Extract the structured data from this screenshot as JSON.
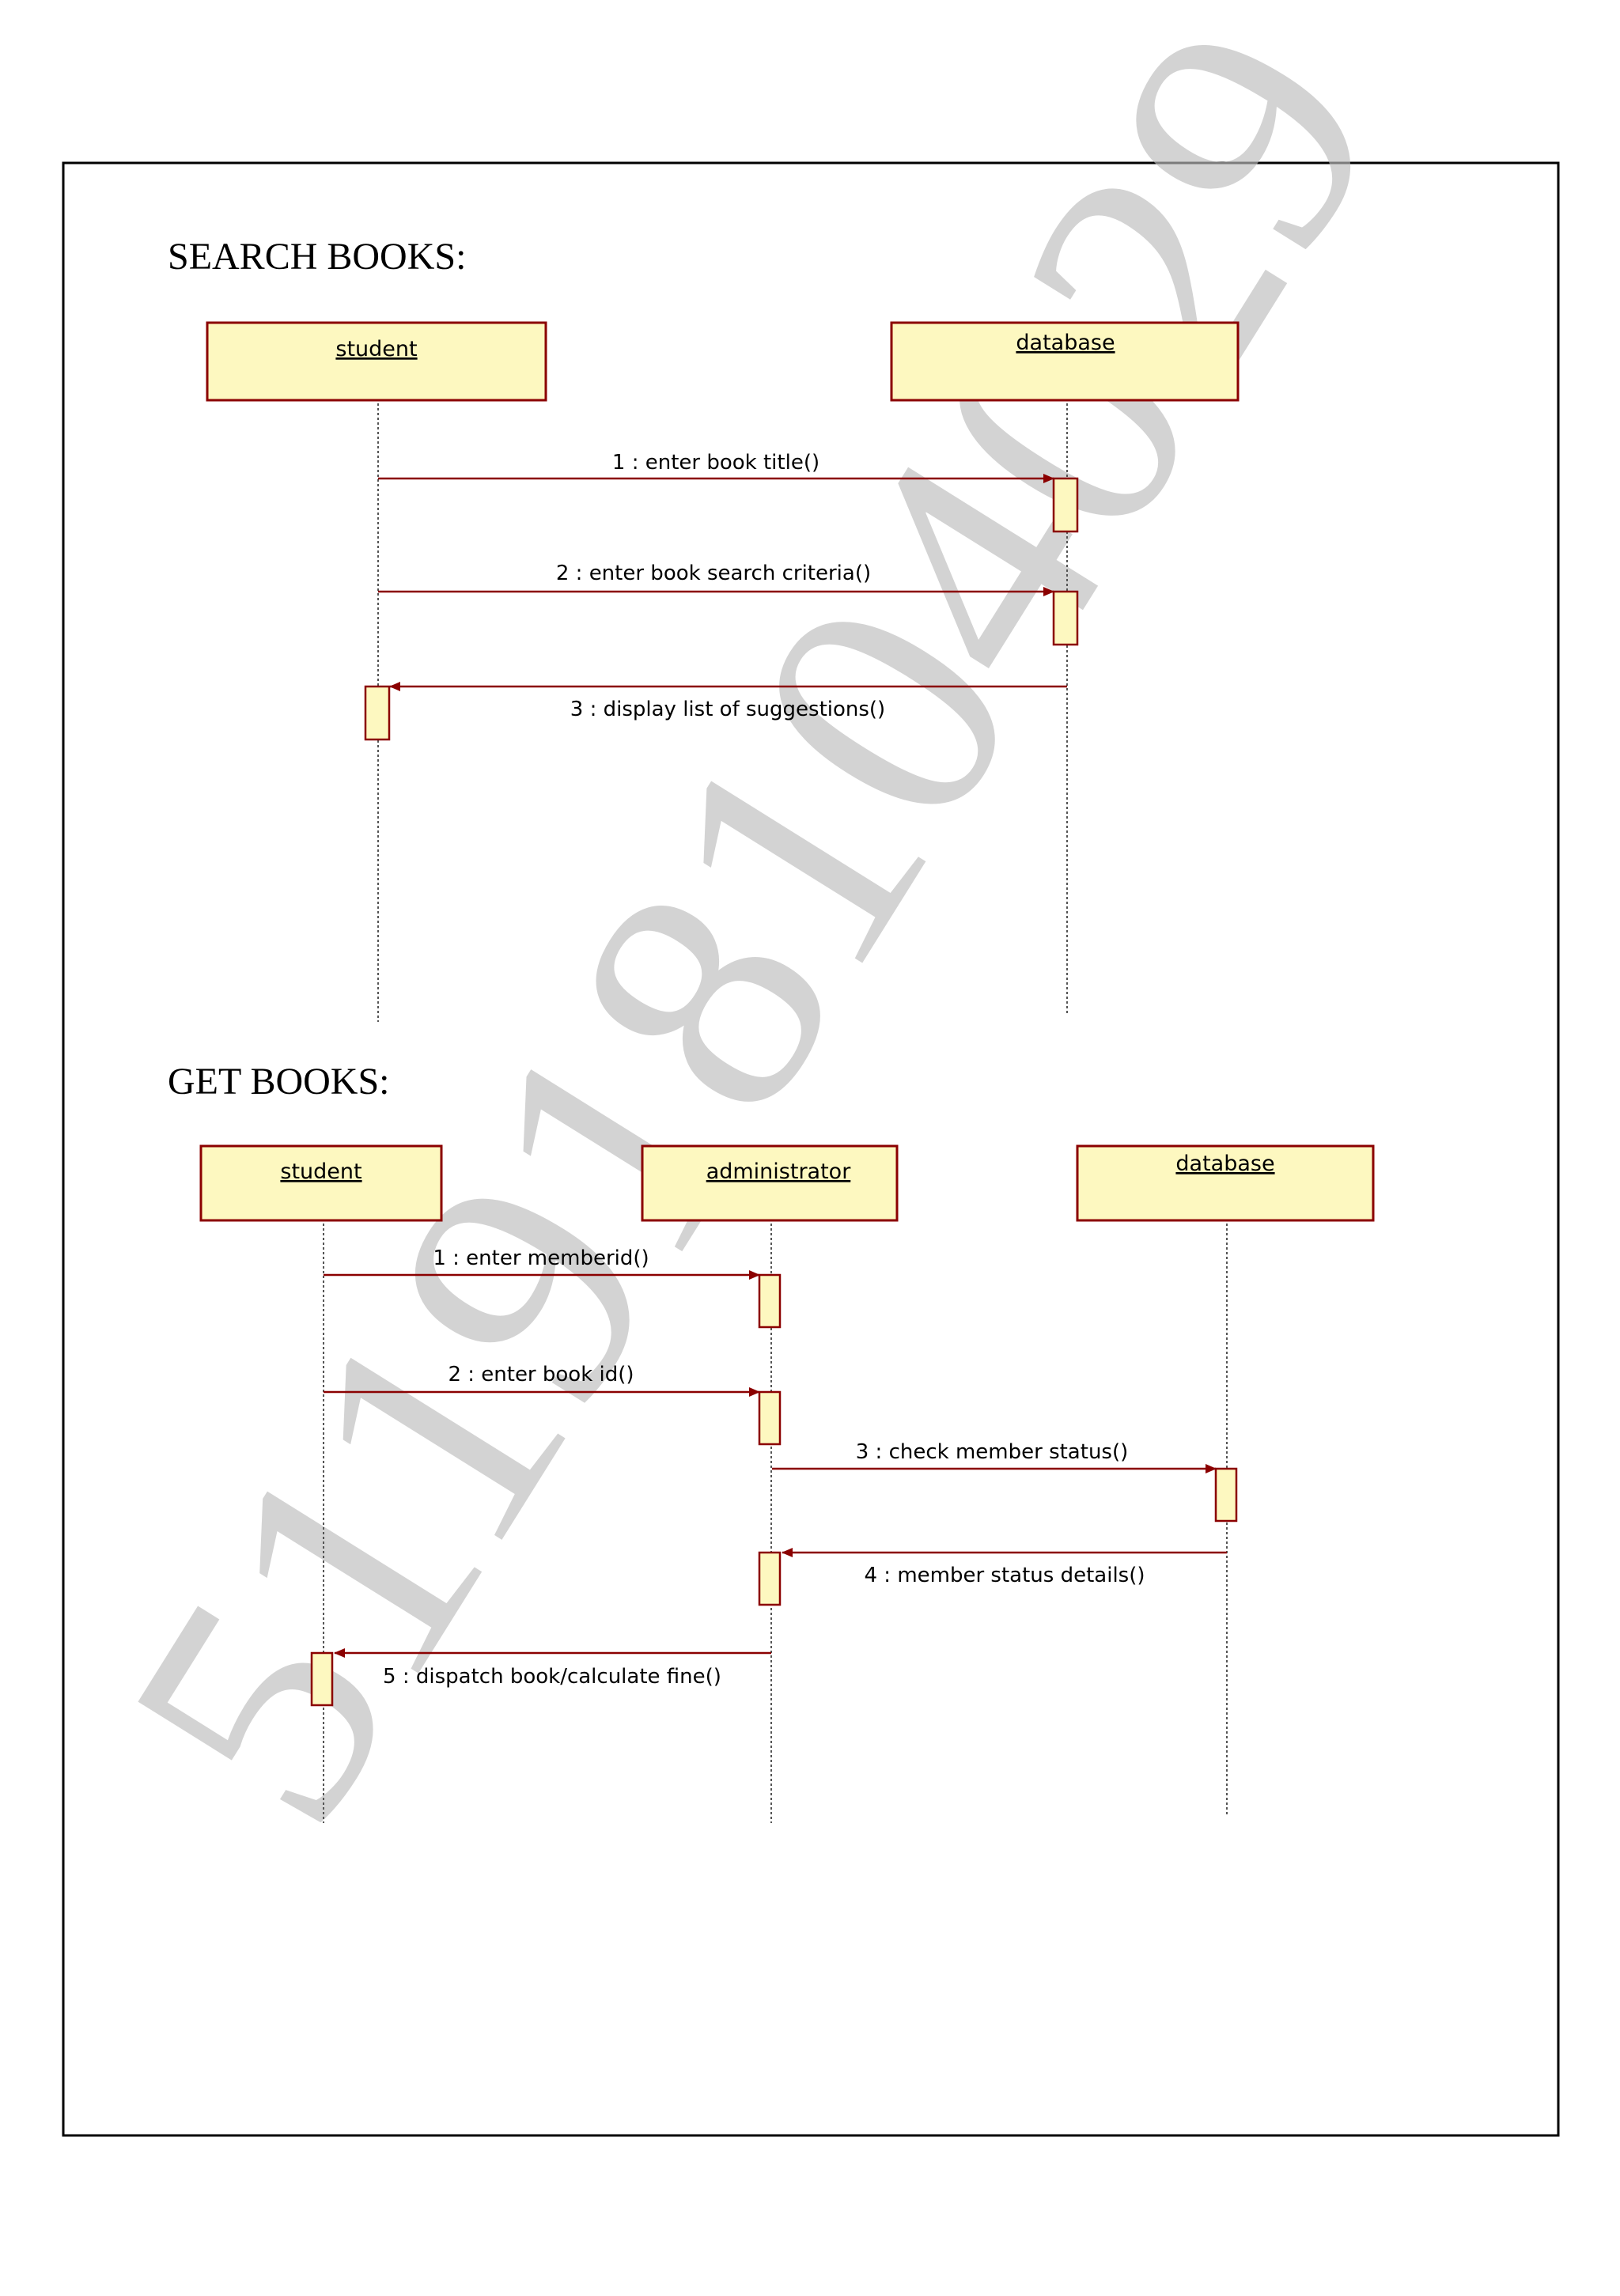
{
  "watermark": "511918104029",
  "sections": [
    {
      "heading": "SEARCH BOOKS:",
      "objects": [
        "student",
        "database"
      ],
      "messages": [
        {
          "label": "1 : enter book title()"
        },
        {
          "label": "2 : enter book search criteria()"
        },
        {
          "label": "3 : display list of suggestions()"
        }
      ]
    },
    {
      "heading": "GET BOOKS:",
      "objects": [
        "student",
        "administrator",
        "database"
      ],
      "messages": [
        {
          "label": "1 : enter memberid()"
        },
        {
          "label": "2 : enter book id()"
        },
        {
          "label": "3 : check member status()"
        },
        {
          "label": "4 : member status details()"
        },
        {
          "label": "5 : dispatch book/calculate fine()"
        }
      ]
    }
  ],
  "colors": {
    "object_fill": "#fdf8c0",
    "object_stroke": "#8b0000",
    "arrow": "#8b0000",
    "lifeline": "#555555"
  }
}
